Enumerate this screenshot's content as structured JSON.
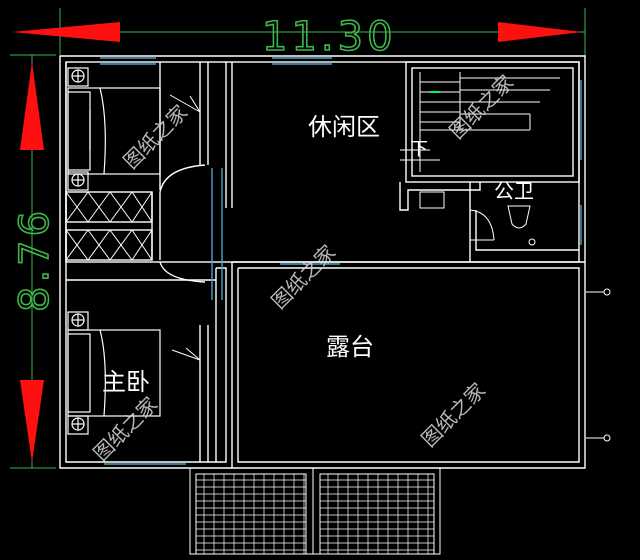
{
  "dimensions": {
    "width": "11.30",
    "depth": "8.76"
  },
  "rooms": {
    "leisure": "休闲区",
    "master_bedroom": "主卧",
    "terrace": "露台",
    "bathroom": "公卫",
    "stair_down": "下"
  },
  "watermark": "图纸之家",
  "colors": {
    "background": "#000000",
    "wall": "#ffffff",
    "dimension_line": "#3db54a",
    "arrow": "#ff1010",
    "window": "#4aa3c8",
    "accent": "#00ff44"
  }
}
